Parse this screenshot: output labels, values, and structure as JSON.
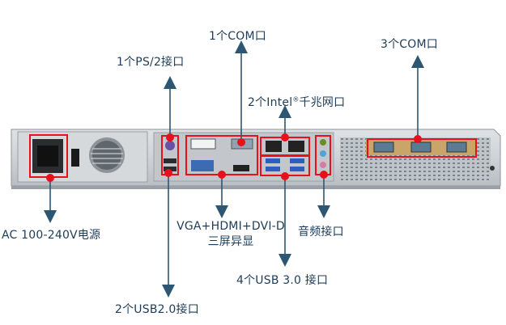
{
  "labels": {
    "com1": "1个COM口",
    "ps2": "1个PS/2接口",
    "com3": "3个COM口",
    "lan_prefix": "2个Intel",
    "lan_reg": "®",
    "lan_suffix": "千兆网口",
    "ac": "AC 100-240V电源",
    "vga_line1": "VGA+HDMI+DVI-D",
    "vga_line2": "三屏异显",
    "audio": "音频接口",
    "usb3": "4个USB 3.0 接口",
    "usb2": "2个USB2.0接口"
  },
  "colors": {
    "accent": "#e8101a",
    "arrow": "#2d5672",
    "chassis": "#c9ccd0"
  }
}
